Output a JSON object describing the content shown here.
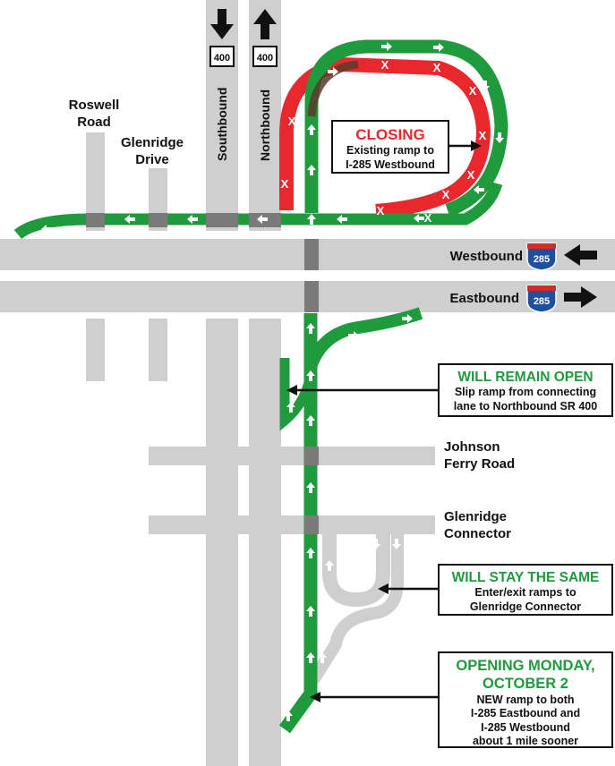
{
  "colors": {
    "road": "#cfcfcf",
    "junction": "#7a7a7a",
    "open_ramp": "#1f9a3d",
    "closing_ramp": "#e8282c",
    "shared_segment": "#5a3a2a",
    "heading_red": "#e8282c",
    "heading_green": "#1f9a3d",
    "interstate_blue": "#1f4fa0",
    "interstate_red": "#d42a2a"
  },
  "labels": {
    "roswell_road": [
      "Roswell",
      "Road"
    ],
    "glenridge_drive": [
      "Glenridge",
      "Drive"
    ],
    "southbound": "Southbound",
    "northbound": "Northbound",
    "westbound": "Westbound",
    "eastbound": "Eastbound",
    "johnson_ferry": [
      "Johnson",
      "Ferry Road"
    ],
    "glenridge_connector": [
      "Glenridge",
      "Connector"
    ]
  },
  "shields": {
    "sr400": "400",
    "i285": "285"
  },
  "callouts": {
    "closing": {
      "heading": "CLOSING",
      "body": [
        "Existing ramp to",
        "I-285 Westbound"
      ]
    },
    "remain_open": {
      "heading": "WILL REMAIN OPEN",
      "body": [
        "Slip ramp from connecting",
        "lane to Northbound SR 400"
      ]
    },
    "stay_same": {
      "heading": "WILL STAY THE SAME",
      "body": [
        "Enter/exit ramps to",
        "Glenridge Connector"
      ]
    },
    "opening": {
      "heading": [
        "OPENING MONDAY,",
        "OCTOBER 2"
      ],
      "body": [
        "NEW ramp to both",
        "I-285 Eastbound and",
        "I-285 Westbound",
        "about 1 mile sooner"
      ]
    }
  },
  "closed_marker": "X"
}
